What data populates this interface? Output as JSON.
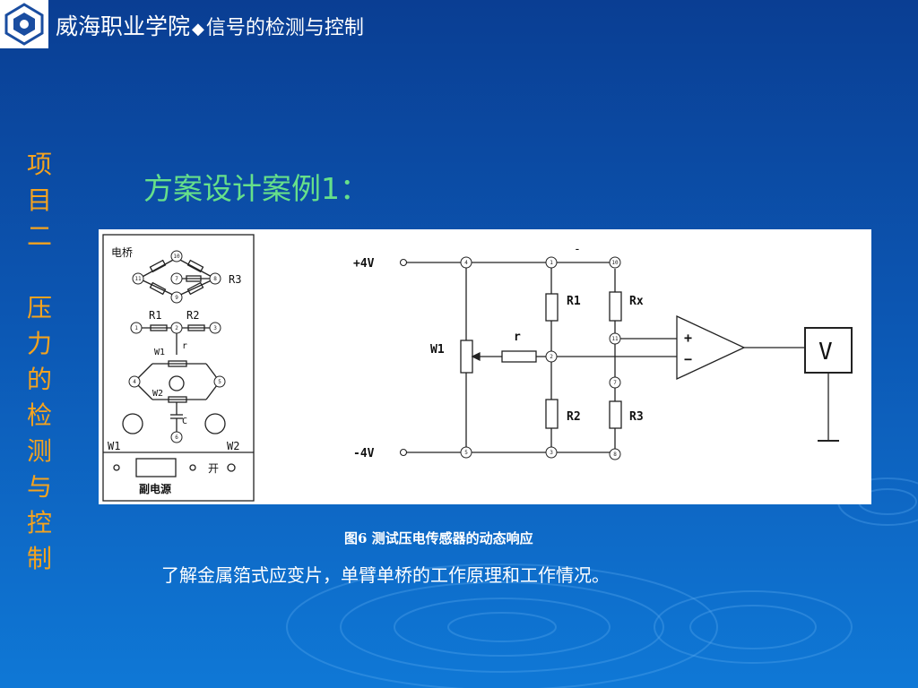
{
  "header": {
    "school": "威海职业学院",
    "separator": "◆",
    "course": "信号的检测与控制"
  },
  "sidebar": {
    "project_title": "项\n目\n二\n\n压\n力\n的\n检\n测\n与\n控\n制"
  },
  "slide": {
    "heading": "方案设计案例1：",
    "caption": "图6  测试压电传感器的动态响应",
    "description": "了解金属箔式应变片，单臂单桥的工作原理和工作情况。"
  },
  "board": {
    "title": "电桥",
    "r3_label": "R3",
    "r1_label": "R1",
    "r2_label": "R2",
    "w1_small": "W1",
    "r_small": "r",
    "w2_small": "W2",
    "c_label": "C",
    "w1_label": "W1",
    "w2_label": "W2",
    "open_label": "开",
    "power_label": "副电源",
    "nodes": [
      "10",
      "11",
      "7",
      "8",
      "9",
      "1",
      "2",
      "3",
      "4",
      "5",
      "6"
    ]
  },
  "circuit": {
    "plus_supply": "+4V",
    "minus_supply": "-4V",
    "dash_mark": "-",
    "r1": "R1",
    "rx": "Rx",
    "r": "r",
    "w1": "W1",
    "r2": "R2",
    "r3": "R3",
    "opamp_plus": "+",
    "opamp_minus": "−",
    "meter": "V",
    "nodes": [
      "4",
      "1",
      "10",
      "11",
      "2",
      "7",
      "5",
      "3",
      "8"
    ]
  },
  "colors": {
    "background_top": "#0a3e93",
    "background_bottom": "#0f78d6",
    "side_title": "#f5a31e",
    "heading": "#66e08a",
    "header_text": "#ffffff"
  },
  "icons": {
    "logo": "school-logo-icon"
  }
}
